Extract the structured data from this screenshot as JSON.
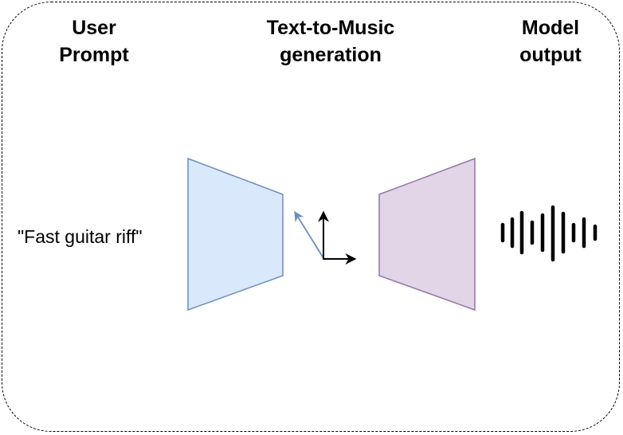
{
  "headings": {
    "user_prompt": [
      "User",
      "Prompt"
    ],
    "generation": [
      "Text-to-Music",
      "generation"
    ],
    "model_output": [
      "Model",
      "output"
    ]
  },
  "prompt_text": "\"Fast guitar riff\"",
  "colors": {
    "encoder_fill": "#dae8fc",
    "encoder_stroke": "#6c8ebf",
    "decoder_fill": "#e1d5e7",
    "decoder_stroke": "#9673a6",
    "latent_arrow": "#6c8ebf",
    "axes": "#000000"
  },
  "icons": {
    "latent_axes": "axes-arrows-icon",
    "output": "sound-wave-icon"
  }
}
